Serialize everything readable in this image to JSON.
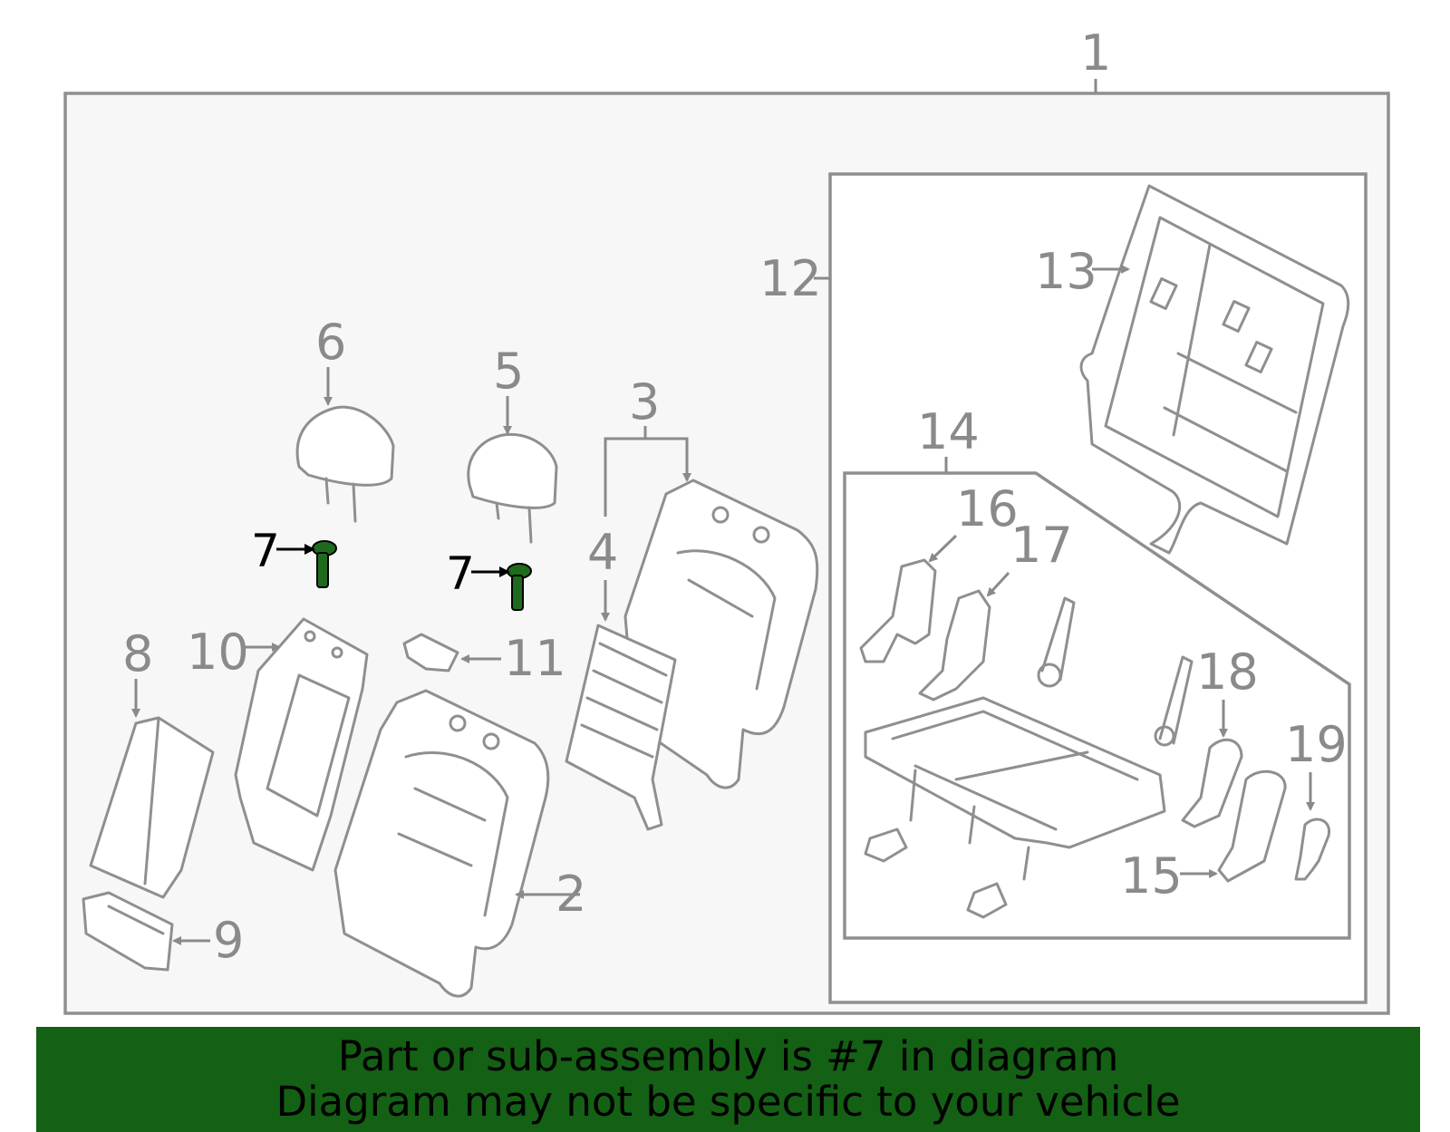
{
  "callouts": {
    "c1": "1",
    "c2": "2",
    "c3": "3",
    "c4": "4",
    "c5": "5",
    "c6": "6",
    "c7a": "7",
    "c7b": "7",
    "c8": "8",
    "c9": "9",
    "c10": "10",
    "c11": "11",
    "c12": "12",
    "c13": "13",
    "c14": "14",
    "c15": "15",
    "c16": "16",
    "c17": "17",
    "c18": "18",
    "c19": "19"
  },
  "highlight": {
    "part_number": "7",
    "color": "#1e6b1e"
  },
  "banner": {
    "line1": "Part or sub-assembly is #7 in diagram",
    "line2": "Diagram may not be specific to your vehicle",
    "background": "#146014"
  }
}
